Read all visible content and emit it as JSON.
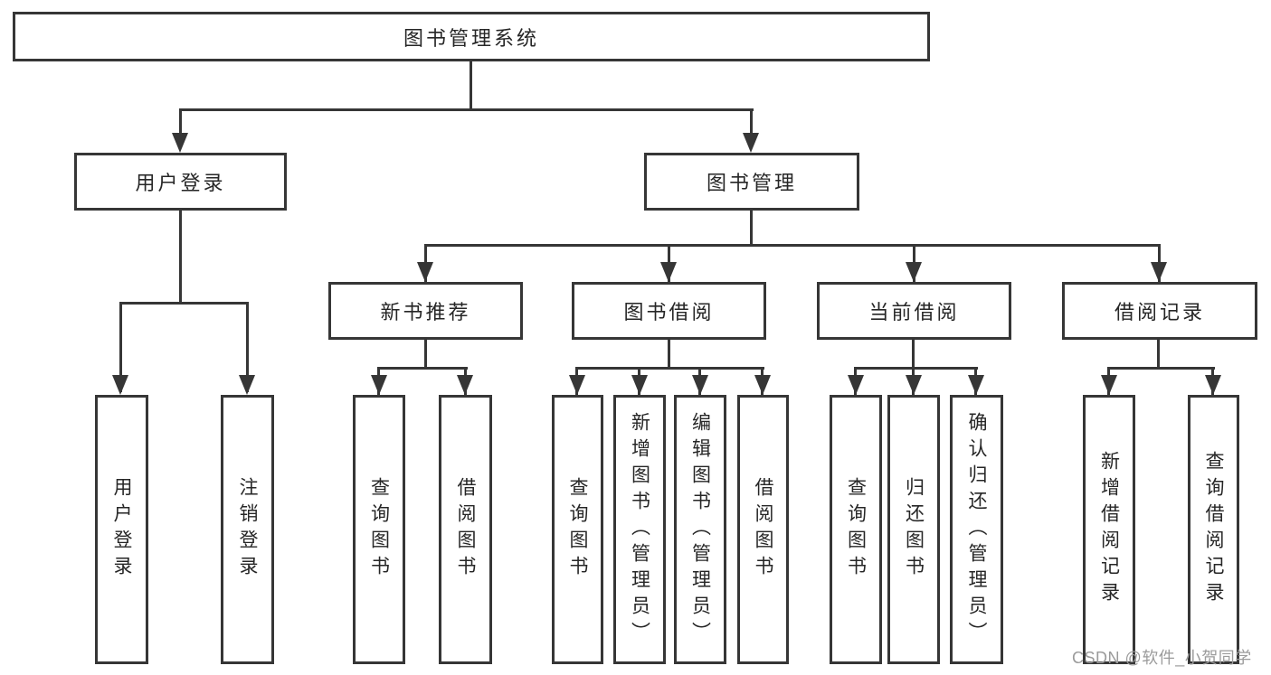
{
  "diagram": {
    "root": "图书管理系统",
    "level2": {
      "user_login": "用户登录",
      "book_management": "图书管理"
    },
    "level3": {
      "new_books": "新书推荐",
      "book_borrow": "图书借阅",
      "current_borrow": "当前借阅",
      "borrow_records": "借阅记录"
    },
    "leaves": {
      "user_login": [
        "用户登录",
        "注销登录"
      ],
      "new_books": [
        "查询图书",
        "借阅图书"
      ],
      "book_borrow": [
        "查询图书",
        "新增图书（管理员）",
        "编辑图书（管理员）",
        "借阅图书"
      ],
      "current_borrow": [
        "查询图书",
        "归还图书",
        "确认归还（管理员）"
      ],
      "borrow_records": [
        "新增借阅记录",
        "查询借阅记录"
      ]
    }
  },
  "watermark": "CSDN @软件_小贺同学",
  "colors": {
    "line": "#363636",
    "text": "#262626",
    "watermark": "#9b9b9b",
    "background": "#ffffff"
  }
}
